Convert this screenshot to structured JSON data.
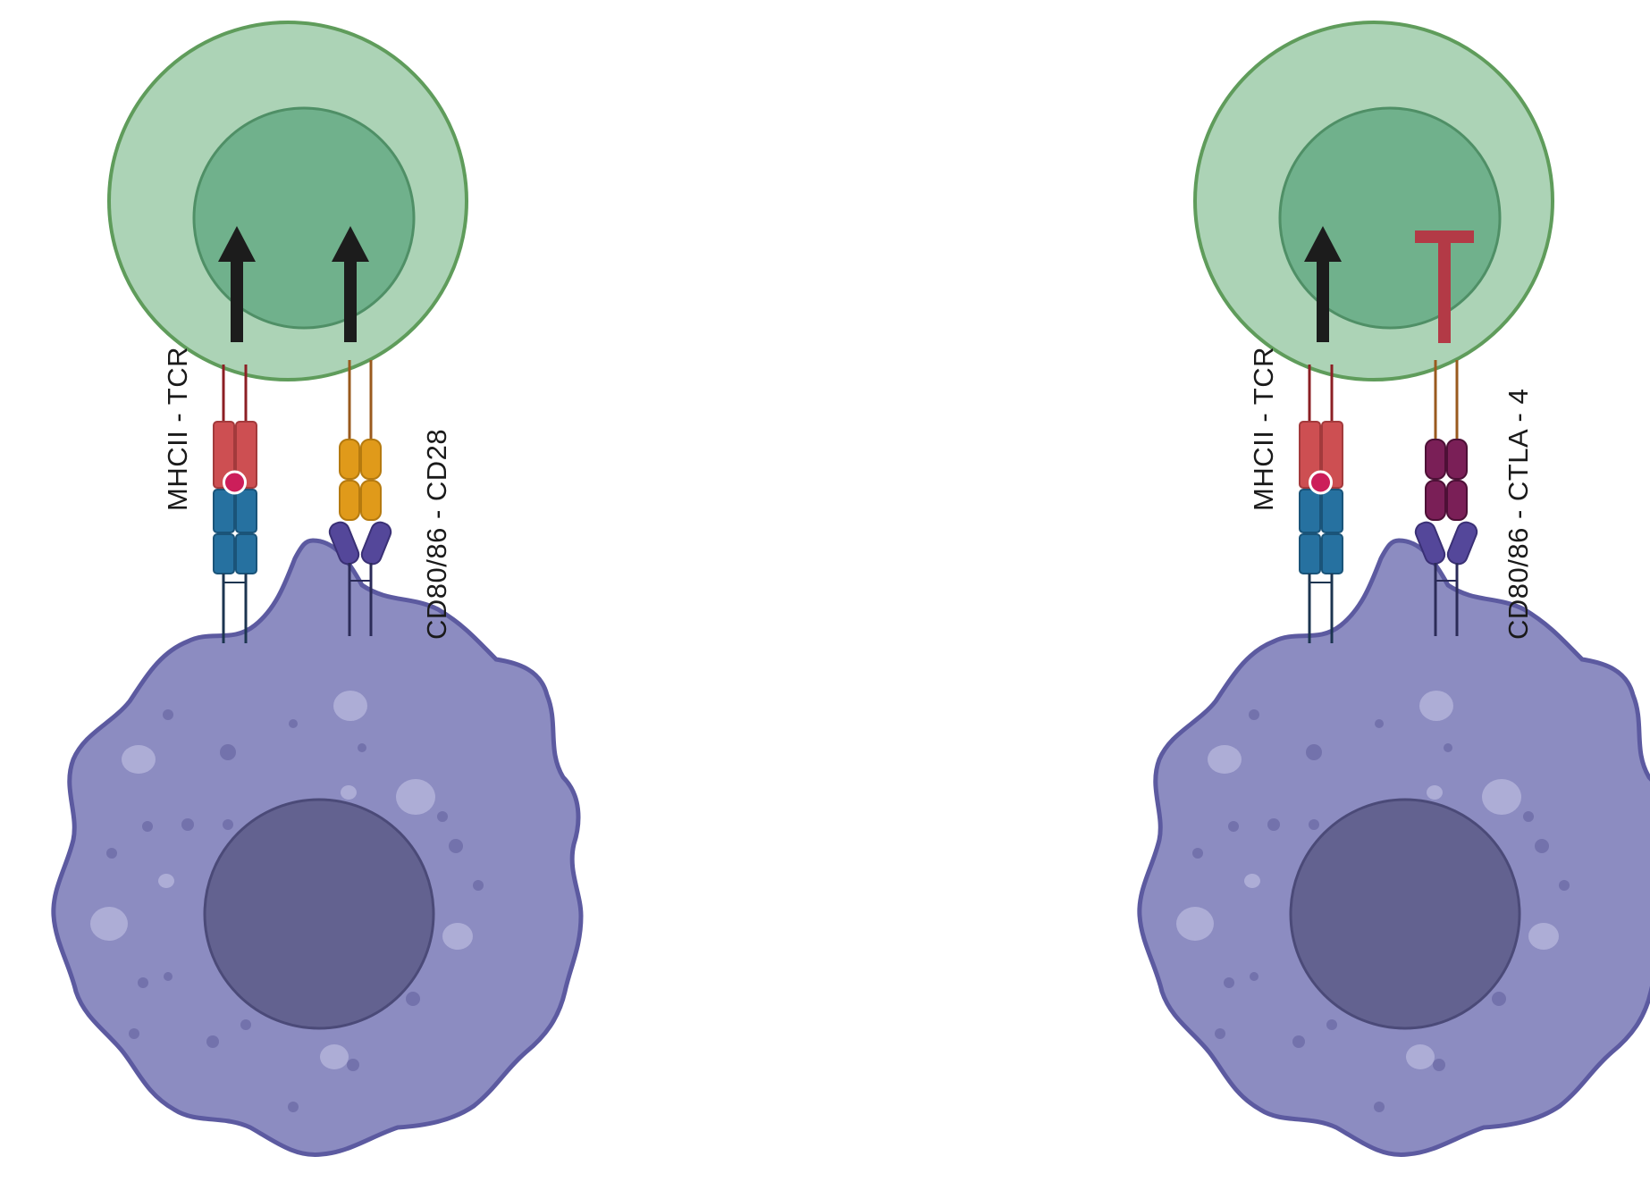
{
  "panels": [
    {
      "id": "left",
      "receptor_pairs": [
        {
          "label": "MHCII - TCR",
          "signal": "activation"
        },
        {
          "label": "CD80/86 - CD28",
          "signal": "activation"
        }
      ]
    },
    {
      "id": "right",
      "receptor_pairs": [
        {
          "label": "MHCII - TCR",
          "signal": "activation"
        },
        {
          "label": "CD80/86 - CTLA - 4",
          "signal": "inhibition"
        }
      ]
    }
  ],
  "colors": {
    "t_cell_outer": "#acd3b6",
    "t_cell_outer_border": "#5f9c5b",
    "t_cell_nucleus": "#70b18c",
    "t_cell_nucleus_border": "#4f8f66",
    "apc_body": "#8c8cc1",
    "apc_border": "#5c5aa0",
    "apc_nucleus": "#636290",
    "apc_nucleus_border": "#4b4a78",
    "mhc": "#cd4f52",
    "tcr": "#2671a0",
    "peptide": "#cc1e5a",
    "cd28": "#e09a1a",
    "ctla4": "#7a1f57",
    "cd80_86": "#54479a",
    "activation_arrow": "#1c1c1c",
    "inhibition_bar": "#b33a46"
  }
}
